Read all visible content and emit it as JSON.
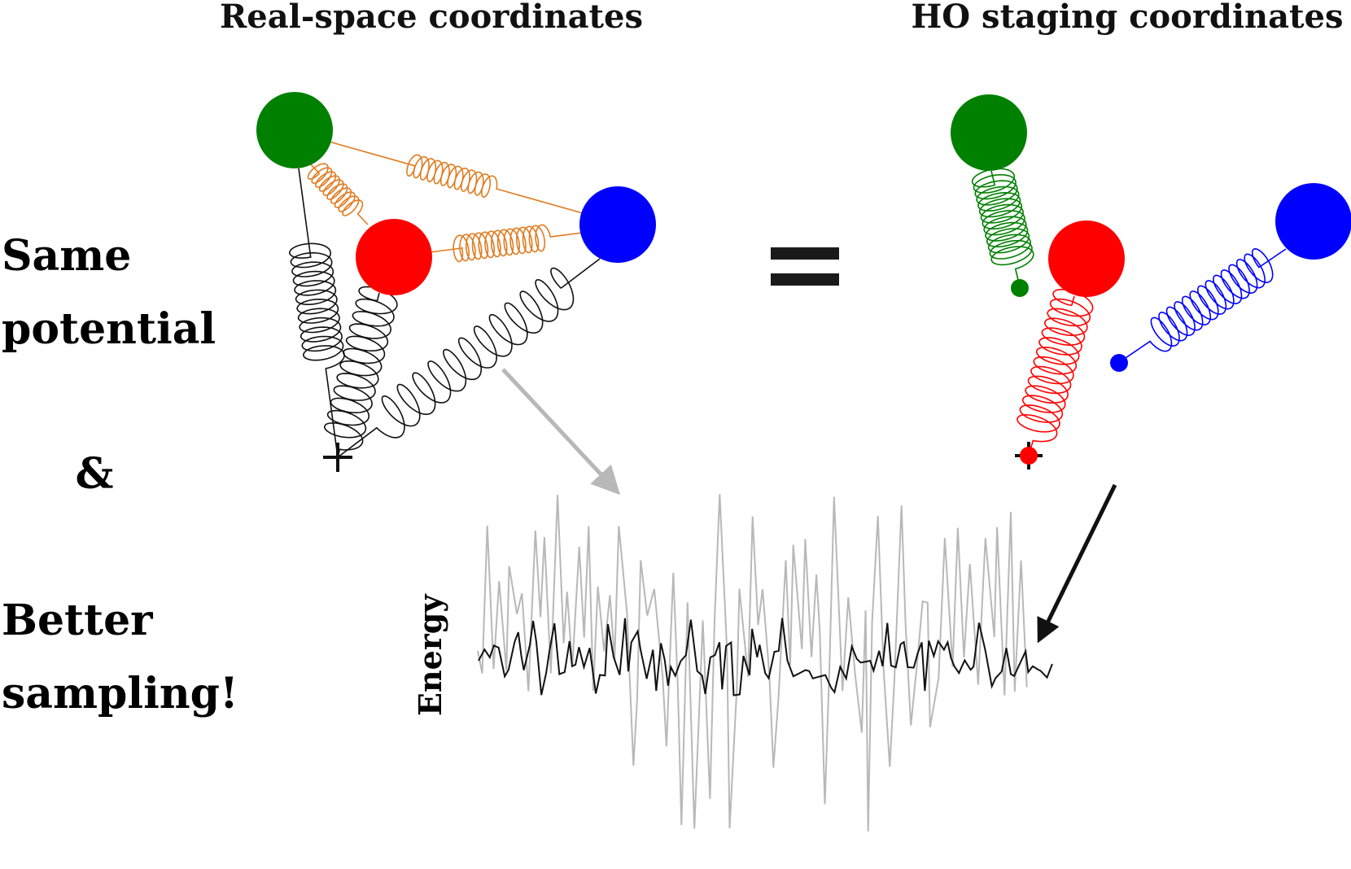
{
  "titles": {
    "left": "Real-space coordinates",
    "right": "HO staging coordinates"
  },
  "side_text": {
    "line1": "Same",
    "line2": "potential",
    "amp": "&",
    "line3": "Better",
    "line4": "sampling!"
  },
  "equals_sign": "=",
  "energy_label": "Energy",
  "colors": {
    "green": "#008000",
    "red": "#ff0000",
    "blue": "#0000ff",
    "orange_spring": "#e07b20",
    "black_spring": "#111111",
    "real_space_trace": "#b8b8b8",
    "staging_trace": "#111111"
  },
  "icons": [
    "centroid-plus-icon",
    "arrow-icon",
    "spring-icon",
    "bead-icon"
  ]
}
